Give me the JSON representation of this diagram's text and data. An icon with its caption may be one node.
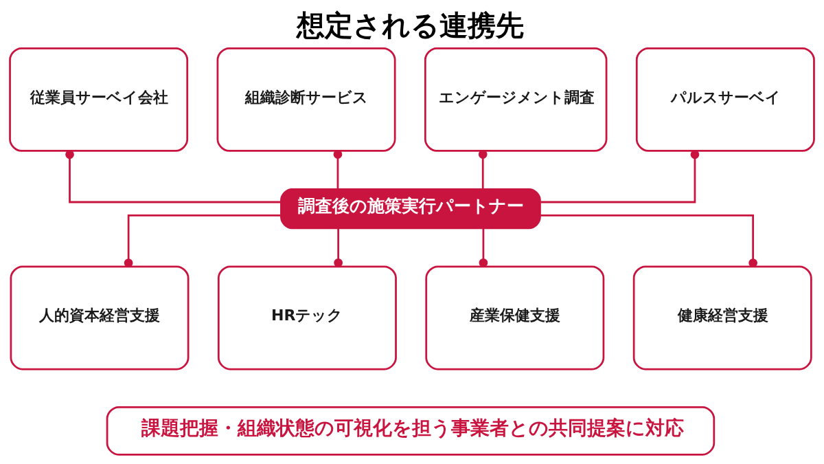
{
  "diagram": {
    "title": "想定される連携先",
    "nodes": [
      {
        "text": [
          "従業員サーベイ会社"
        ]
      },
      {
        "text": [
          "組織診断サービス"
        ]
      },
      {
        "text": [
          "エンゲージメント調査"
        ]
      },
      {
        "text": [
          "パルスサーベイ"
        ]
      },
      {
        "text": [
          "調査後の施策実行パートナー"
        ]
      },
      {
        "text": [
          "人的資本経営支援"
        ]
      },
      {
        "text": [
          "HRテック"
        ]
      },
      {
        "text": [
          "産業保健支援"
        ]
      },
      {
        "text": [
          "健康経営支援"
        ]
      },
      {
        "text": [
          "課題把握・組織状態の可視化を担う事業者との共同提案に対応"
        ]
      }
    ],
    "edges": [
      {
        "from": 4,
        "to": 0,
        "arrow": "other"
      },
      {
        "from": 4,
        "to": 1,
        "arrow": "other"
      },
      {
        "from": 4,
        "to": 2,
        "arrow": "other"
      },
      {
        "from": 4,
        "to": 3,
        "arrow": "other"
      },
      {
        "from": 4,
        "to": 5,
        "arrow": "other"
      },
      {
        "from": 4,
        "to": 6,
        "arrow": "other"
      },
      {
        "from": 4,
        "to": 7,
        "arrow": "other"
      },
      {
        "from": 4,
        "to": 8,
        "arrow": "other"
      }
    ]
  }
}
